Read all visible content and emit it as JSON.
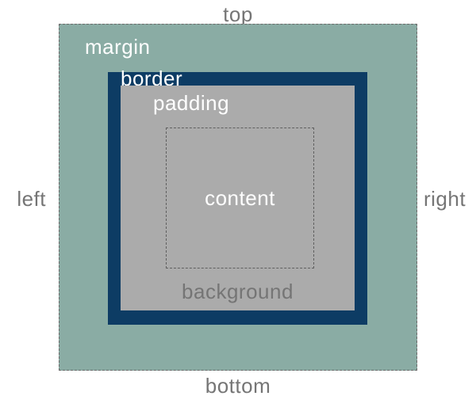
{
  "diagram": {
    "outer_labels": {
      "top": "top",
      "bottom": "bottom",
      "left": "left",
      "right": "right"
    },
    "areas": {
      "margin_label": "margin",
      "border_label": "border",
      "padding_label": "padding",
      "content_label": "content",
      "background_label": "background"
    },
    "colors": {
      "margin_area": "#8aaca4",
      "border_area": "#0d3c64",
      "padding_area": "#ababab",
      "outer_label_text": "#757575",
      "inner_label_text": "#ffffff",
      "dashed_outline": "#6a6a6a",
      "page_background": "#ffffff"
    }
  }
}
